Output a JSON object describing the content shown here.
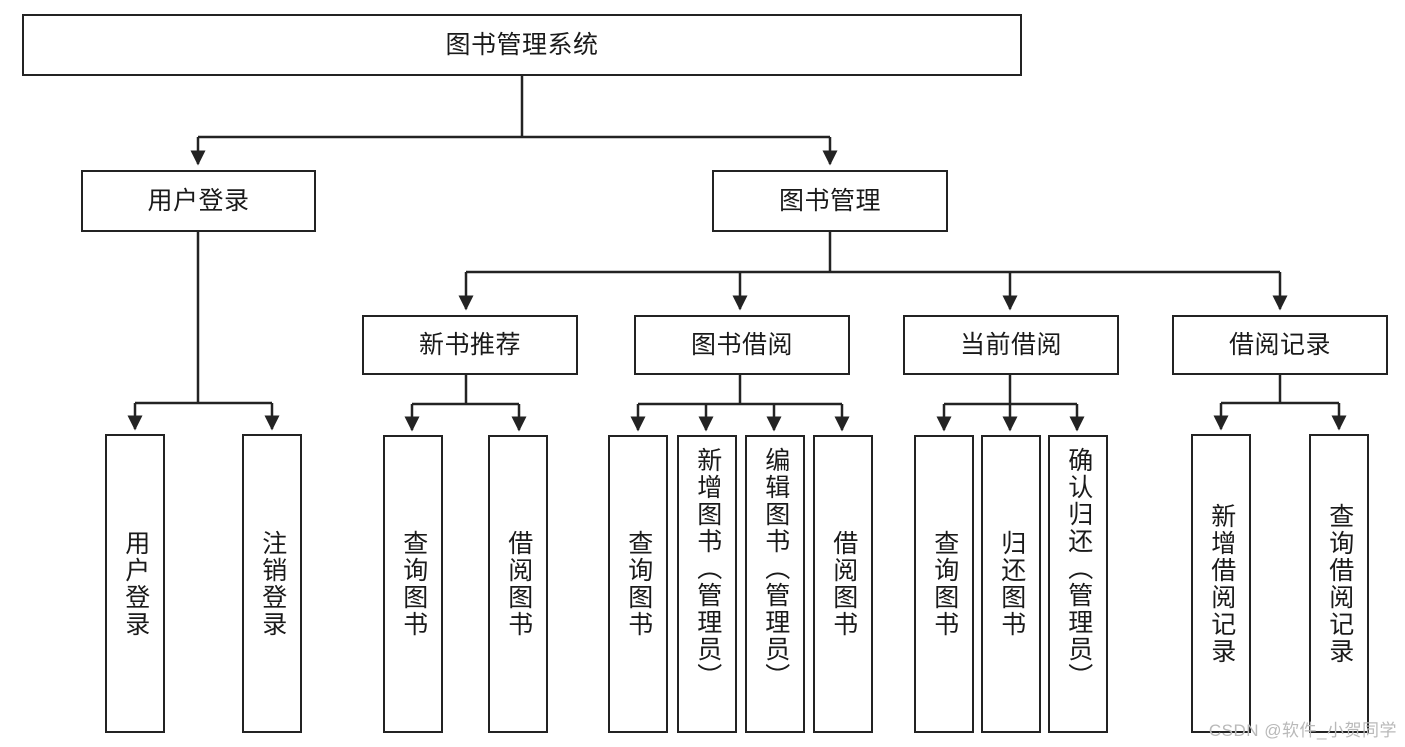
{
  "diagram": {
    "title": "图书管理系统",
    "type": "tree-hierarchy-chart",
    "root": {
      "label": "图书管理系统"
    },
    "level2": [
      {
        "label": "用户登录"
      },
      {
        "label": "图书管理"
      }
    ],
    "level3": [
      {
        "label": "新书推荐"
      },
      {
        "label": "图书借阅"
      },
      {
        "label": "当前借阅"
      },
      {
        "label": "借阅记录"
      }
    ],
    "leaves": {
      "user_login": [
        {
          "label": "用户登录"
        },
        {
          "label": "注销登录"
        }
      ],
      "new_book_recommend": [
        {
          "label": "查询图书"
        },
        {
          "label": "借阅图书"
        }
      ],
      "book_borrow": [
        {
          "label": "查询图书"
        },
        {
          "label": "新增图书（管理员）"
        },
        {
          "label": "编辑图书（管理员）"
        },
        {
          "label": "借阅图书"
        }
      ],
      "current_borrow": [
        {
          "label": "查询图书"
        },
        {
          "label": "归还图书"
        },
        {
          "label": "确认归还（管理员）"
        }
      ],
      "borrow_record": [
        {
          "label": "新增借阅记录"
        },
        {
          "label": "查询借阅记录"
        }
      ]
    },
    "watermark": "CSDN @软件_小贺同学",
    "colors": {
      "stroke": "#232323",
      "fill": "#ffffff",
      "text": "#1a1a1a",
      "watermark": "#b9b9b9"
    }
  }
}
